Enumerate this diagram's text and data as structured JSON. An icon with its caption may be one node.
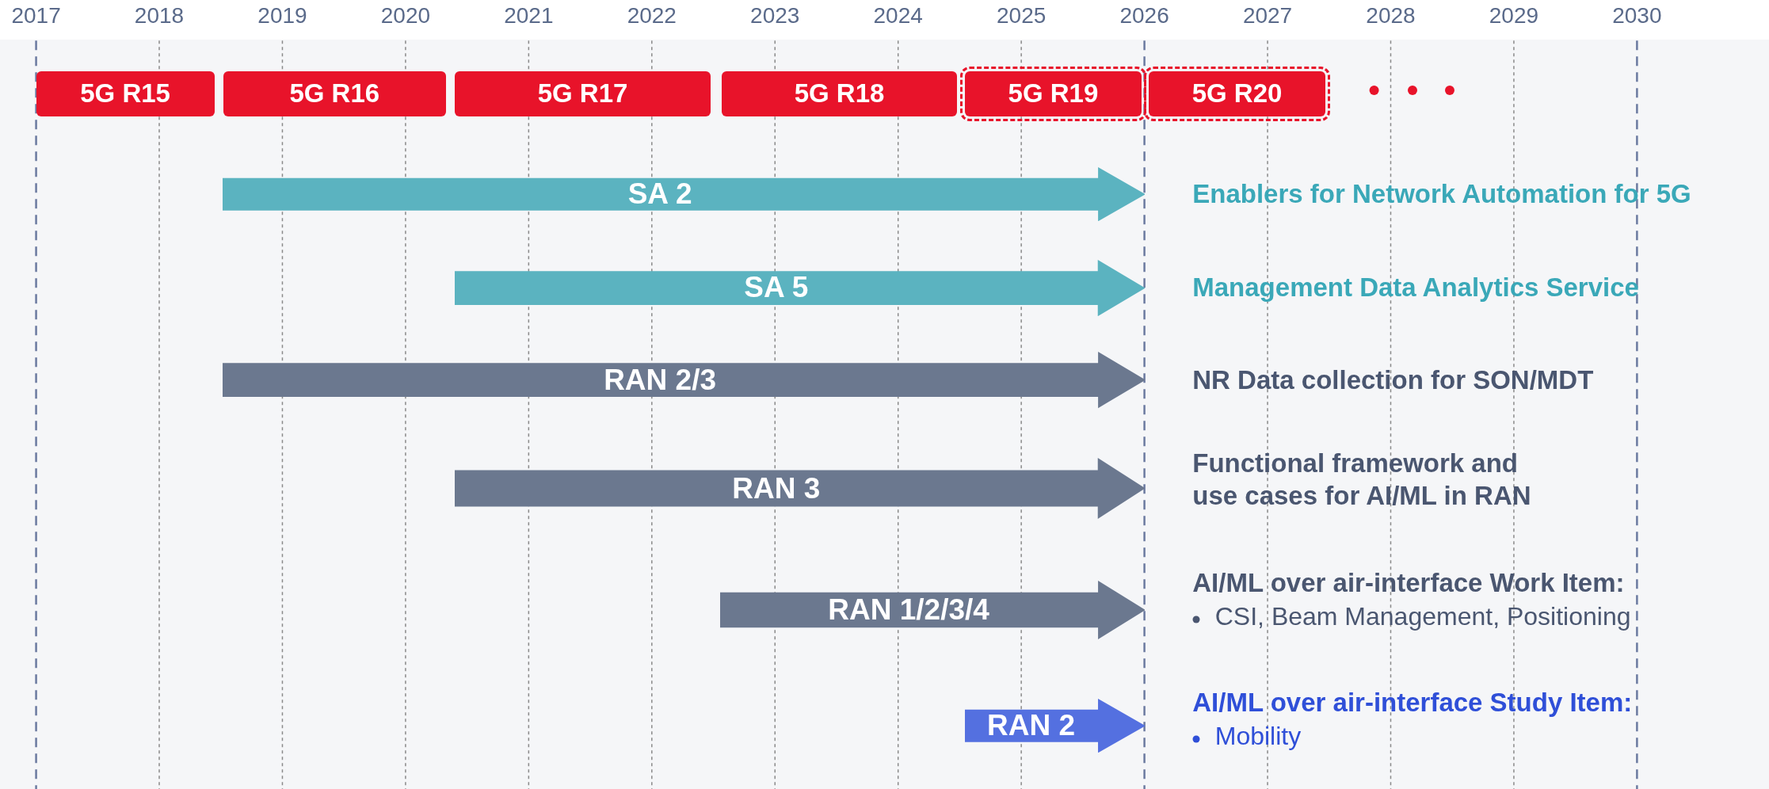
{
  "diagram": {
    "nodes": [
      {
        "text": [
          "5G R15"
        ]
      },
      {
        "text": [
          "5G R16"
        ]
      },
      {
        "text": [
          "5G R17"
        ]
      },
      {
        "text": [
          "5G R18"
        ]
      },
      {
        "text": [
          "5G R19"
        ]
      },
      {
        "text": [
          "5G R20"
        ]
      },
      {
        "text": [
          "SA 2"
        ],
        "beside": [
          "Enablers for Network Automation for 5G"
        ]
      },
      {
        "text": [
          "SA 5"
        ],
        "beside": [
          "Management Data Analytics Service"
        ]
      },
      {
        "text": [
          "RAN 2/3"
        ],
        "beside": [
          "NR Data collection for SON/MDT"
        ]
      },
      {
        "text": [
          "RAN 3"
        ],
        "beside": [
          "Functional framework and use cases for AI/ML in RAN"
        ]
      },
      {
        "text": [
          "RAN 1/2/3/4"
        ],
        "beside": [
          "AI/ML over air-interface Work Item:",
          "CSI, Beam Management, Positioning"
        ]
      },
      {
        "text": [
          "RAN 2"
        ],
        "beside": [
          "AI/ML over air-interface Study Item:",
          "Mobility"
        ]
      }
    ],
    "edges": [],
    "labels": [
      "2017",
      "2018",
      "2019",
      "2020",
      "2021",
      "2022",
      "2023",
      "2024",
      "2025",
      "2026",
      "2027",
      "2028",
      "2029",
      "2030"
    ]
  }
}
